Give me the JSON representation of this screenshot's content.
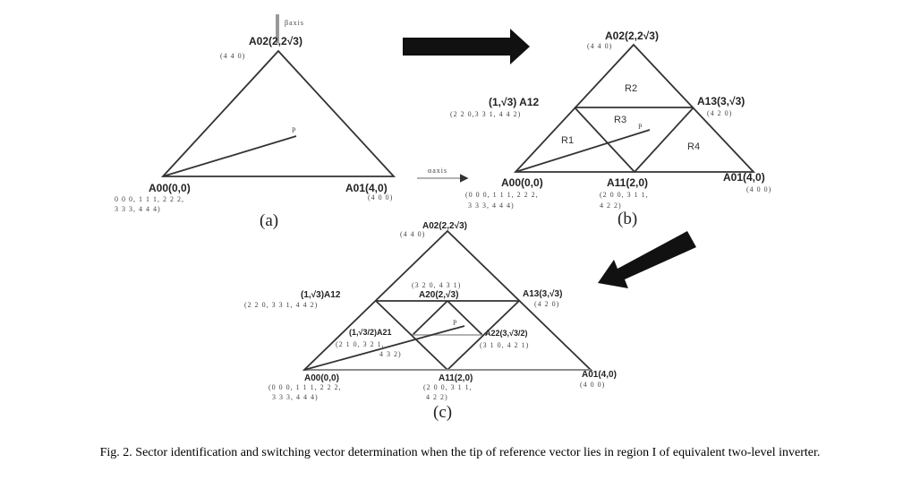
{
  "panel_a": {
    "beta_axis": "βaxis",
    "alpha_axis": "αaxis",
    "A02": "A02(2,2√3)",
    "A02_states": "(4 4 0)",
    "A00": "A00(0,0)",
    "A00_states_1": "0 0 0, 1 1 1, 2 2 2,",
    "A00_states_2": "3 3 3, 4 4 4)",
    "A01": "A01(4,0)",
    "A01_states": "(4 0 0)",
    "P": "P",
    "label": "(a)"
  },
  "panel_b": {
    "A02": "A02(2,2√3)",
    "A02_states": "(4 4 0)",
    "A12": "(1,√3) A12",
    "A12_states": "(2 2 0,3 3 1, 4 4 2)",
    "A13": "A13(3,√3)",
    "A13_states": "(4 2 0)",
    "A00": "A00(0,0)",
    "A00_states_1": "(0 0 0, 1 1 1, 2 2 2,",
    "A00_states_2": "3 3 3, 4 4 4)",
    "A11": "A11(2,0)",
    "A11_states_1": "(2 0 0, 3 1 1,",
    "A11_states_2": "4 2 2)",
    "A01": "A01(4,0)",
    "A01_states": "(4 0 0)",
    "R1": "R1",
    "R2": "R2",
    "R3": "R3",
    "R4": "R4",
    "P": "P",
    "label": "(b)"
  },
  "panel_c": {
    "A02": "A02(2,2√3)",
    "A02_states": "(4 4 0)",
    "A20_states": "(3 2 0, 4 3 1)",
    "A20": "A20(2,√3)",
    "A12": "(1,√3)A12",
    "A12_states": "(2 2 0, 3 3 1, 4 4 2)",
    "A13": "A13(3,√3)",
    "A13_states": "(4 2 0)",
    "A21": "(1,√3/2)A21",
    "A21_states_1": "(2 1 0, 3 2 1,",
    "A21_states_2": "4 3 2)",
    "A22": "A22(3,√3/2)",
    "A22_states": "(3 1 0, 4 2 1)",
    "A00": "A00(0,0)",
    "A00_states_1": "(0 0 0, 1 1 1, 2 2 2,",
    "A00_states_2": "3 3 3, 4 4 4)",
    "A11": "A11(2,0)",
    "A11_states_1": "(2 0 0, 3 1 1,",
    "A11_states_2": "4 2 2)",
    "A01": "A01(4,0)",
    "A01_states": "(4 0 0)",
    "P": "P",
    "label": "(c)"
  },
  "caption": "Fig. 2. Sector identification and switching vector determination when the tip of reference vector lies in region I of equivalent two-level inverter."
}
